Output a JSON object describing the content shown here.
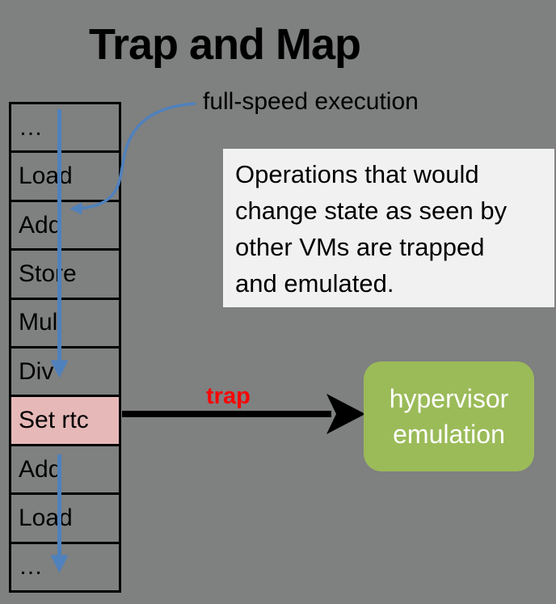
{
  "title": "Trap and Map",
  "colors": {
    "background": "#7f8080",
    "accent_blue": "#4f81bd",
    "highlight_pink": "#e6b9b8",
    "note_bg": "#f1f1f1",
    "hypervisor_green": "#9bbb59",
    "hypervisor_text": "#ffffff",
    "trap_red": "#fb0404",
    "stack_border": "#000000"
  },
  "stack": {
    "rows": [
      "…",
      "Load",
      "Add",
      "Store",
      "Mul",
      "Div",
      "Set rtc",
      "Add",
      "Load",
      "…"
    ],
    "highlighted_row_index": 6,
    "highlighted_row_label": "Set rtc"
  },
  "labels": {
    "full_speed": "full-speed execution",
    "trap": "trap"
  },
  "note_box": {
    "full_text": "Operations that would change state as seen by other VMs are trapped and emulated.",
    "lines": [
      "Operations that would",
      "change state as seen by",
      "other VMs are trapped",
      "and emulated."
    ]
  },
  "hypervisor_box": {
    "full_text": "hypervisor emulation",
    "lines": [
      "hypervisor",
      "emulation"
    ]
  }
}
